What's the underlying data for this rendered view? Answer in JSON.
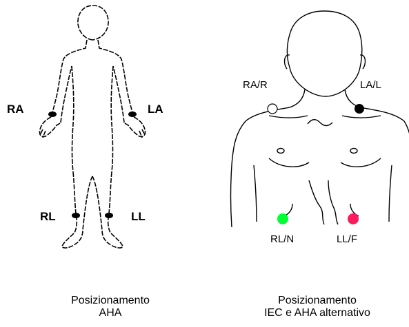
{
  "aha_figure": {
    "labels": {
      "ra": "RA",
      "la": "LA",
      "rl": "RL",
      "ll": "LL"
    },
    "electrode_color": "#000000"
  },
  "iec_figure": {
    "labels": {
      "ra": "RA/R",
      "la": "LA/L",
      "rl": "RL/N",
      "ll": "LL/F"
    },
    "electrode_colors": {
      "ra": "#ffffff",
      "la": "#000000",
      "rl": "#00ff33",
      "ll": "#ff1a5e"
    }
  },
  "captions": {
    "left": {
      "line1": "Posizionamento",
      "line2": "AHA"
    },
    "right": {
      "line1": "Posizionamento",
      "line2": "IEC e AHA alternativo"
    }
  }
}
